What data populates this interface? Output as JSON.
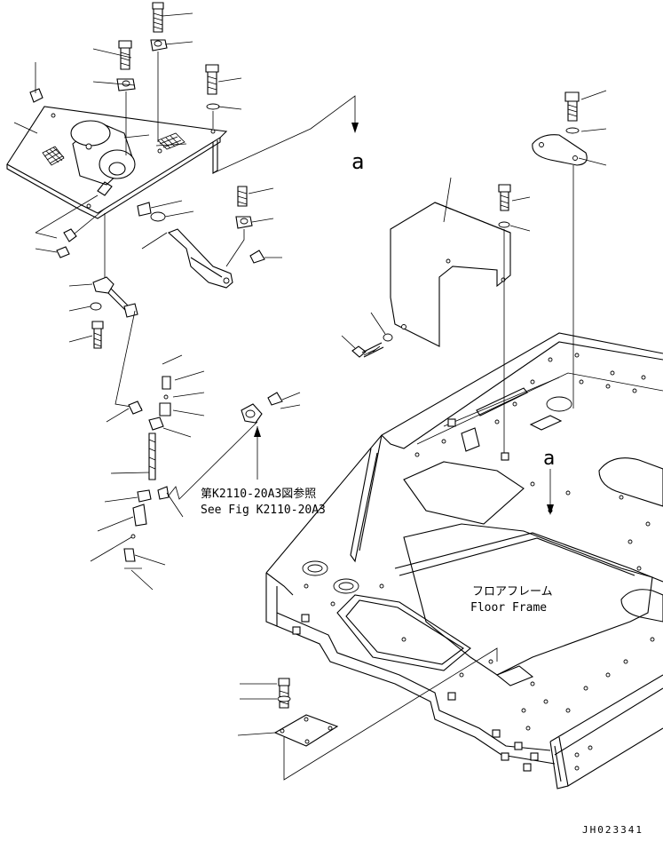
{
  "view_label_top": "a",
  "view_label_floor": "a",
  "reference_note": {
    "line_jp": "第K2110-20A3図参照",
    "line_en": "See Fig K2110-20A3"
  },
  "floor_frame_label": {
    "line_jp": "フロアフレーム",
    "line_en": "Floor Frame"
  },
  "drawing_number": "JH023341"
}
